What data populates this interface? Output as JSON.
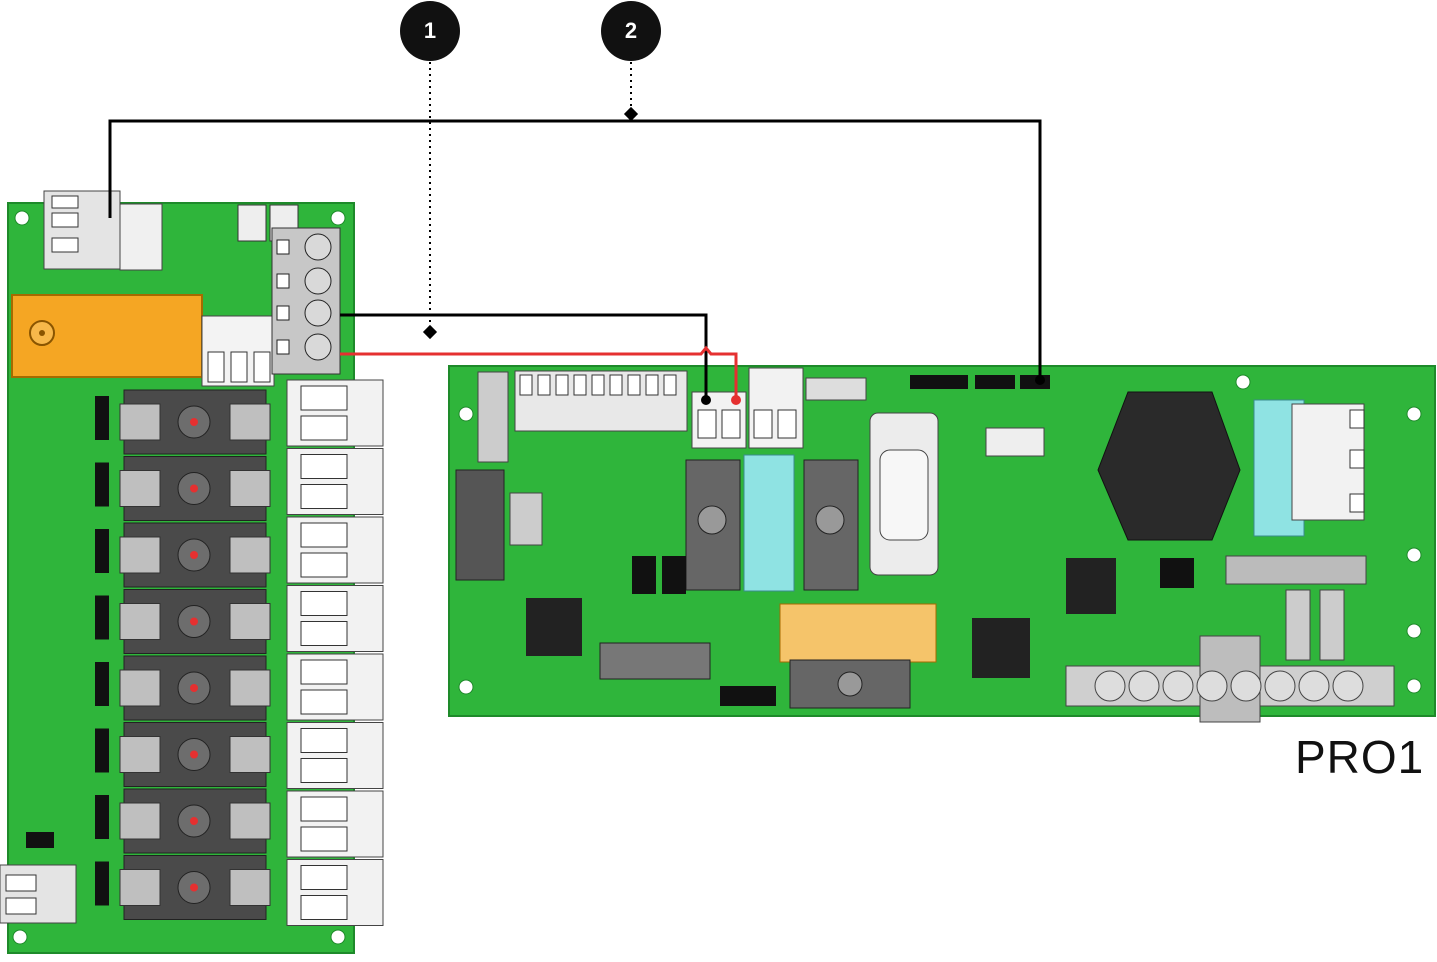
{
  "callouts": [
    {
      "id": "1",
      "label": "1"
    },
    {
      "id": "2",
      "label": "2"
    }
  ],
  "board_label": "PRO1",
  "colors": {
    "pcb_green": "#2fb53b",
    "pcb_dark_green": "#1e8a2a",
    "relay_orange": "#f5a623",
    "wire_black": "#000000",
    "wire_red": "#e53030",
    "connector_gray": "#cfcfcf",
    "light_blue_component": "#8fe3e3",
    "marker_fill": "#111111"
  },
  "icons": {
    "relay_board": "relay-expansion-board-icon",
    "controller_board": "pro1-controller-board-icon"
  }
}
